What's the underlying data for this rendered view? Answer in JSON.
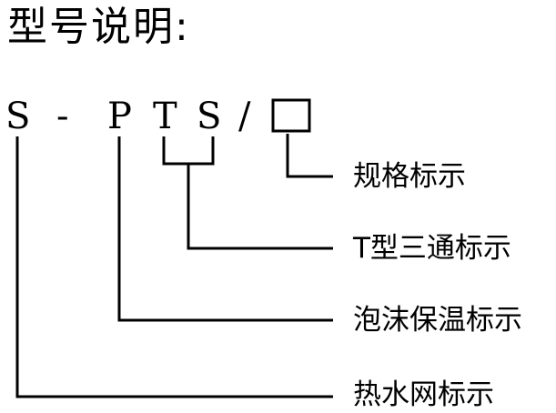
{
  "title": "型号说明:",
  "code": {
    "s1": "S",
    "dash": "-",
    "p": "P",
    "t": "T",
    "s2": "S",
    "slash": "/"
  },
  "labels": {
    "spec": "规格标示",
    "tee": "T型三通标示",
    "foam": "泡沫保温标示",
    "hot_water": "热水网标示"
  }
}
